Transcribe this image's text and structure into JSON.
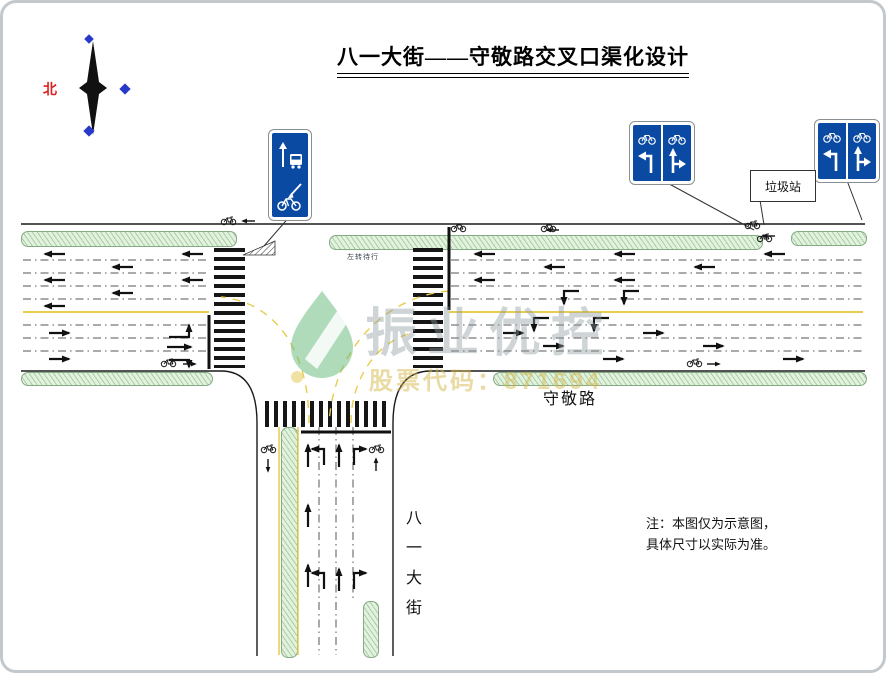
{
  "title": "八一大街——守敬路交叉口渠化设计",
  "compass": {
    "north": "北"
  },
  "roads": {
    "east_west_name": "守敬路",
    "north_south_name": "八一大街"
  },
  "facilities": {
    "garbage_station": "垃圾站"
  },
  "markings": {
    "median_note": "左转待行"
  },
  "note": {
    "line1": "注：本图仅为示意图，",
    "line2": "具体尺寸以实际为准。"
  },
  "watermark": {
    "brand": "振业优控",
    "stock_code": "股票代码：871694"
  },
  "colors": {
    "sign_blue": "#0b4aa2",
    "median_green": "#e2f3dd",
    "lane_yellow": "#e8cc4e",
    "north_red": "#dd2222"
  }
}
